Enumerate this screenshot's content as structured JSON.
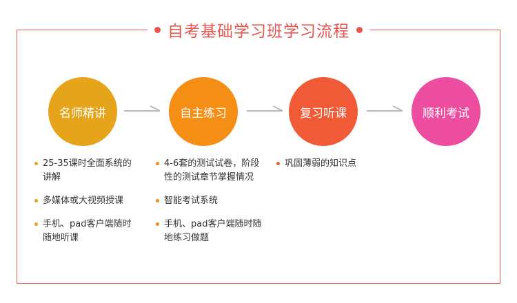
{
  "title": "自考基础学习班学习流程",
  "colors": {
    "frame": "#e8564f",
    "title": "#e8564f",
    "arrow": "#b9b9b9",
    "step1": "#e5a419",
    "step2": "#f58e15",
    "step3": "#f15a37",
    "step4": "#ec4d9e"
  },
  "steps": [
    {
      "label": "名师精讲",
      "color": "#e5a419",
      "bullet_color": "#e5a419",
      "items": [
        "25-35课时全面系统的讲解",
        "多媒体或大视频授课",
        "手机、pad客户端随时随地听课"
      ]
    },
    {
      "label": "自主练习",
      "color": "#f58e15",
      "bullet_color": "#f58e15",
      "items": [
        "4-6套的测试试卷，阶段性的测试章节掌握情况",
        "智能考试系统",
        "手机、pad客户端随时随地练习做题"
      ]
    },
    {
      "label": "复习听课",
      "color": "#f15a37",
      "bullet_color": "#f15a37",
      "items": [
        "巩固薄弱的知识点"
      ]
    },
    {
      "label": "顺利考试",
      "color": "#ec4d9e",
      "items": []
    }
  ]
}
